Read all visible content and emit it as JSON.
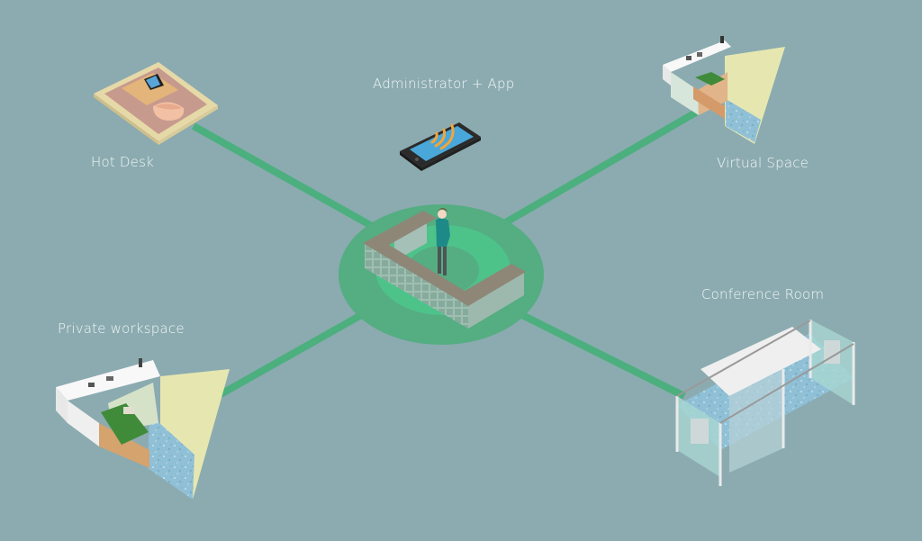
{
  "diagram": {
    "colors": {
      "background": "#8babb0",
      "connector": "#4caf7e",
      "hub_outer": "#55ad82",
      "hub_ring": "#4dc38a",
      "label_text": "#f4f7f7"
    },
    "hub": {
      "name": "Reception desk with receptionist",
      "icon": "reception-desk-icon"
    },
    "nodes": [
      {
        "id": "hot-desk",
        "label": "Hot Desk",
        "icon": "hot-desk-icon"
      },
      {
        "id": "admin-app",
        "label": "Administrator + App",
        "icon": "smartphone-signal-icon"
      },
      {
        "id": "virtual-space",
        "label": "Virtual Space",
        "icon": "virtual-space-icon"
      },
      {
        "id": "private-workspace",
        "label": "Private workspace",
        "icon": "private-workspace-icon"
      },
      {
        "id": "conference-room",
        "label": "Conference Room",
        "icon": "conference-room-icon"
      }
    ]
  }
}
